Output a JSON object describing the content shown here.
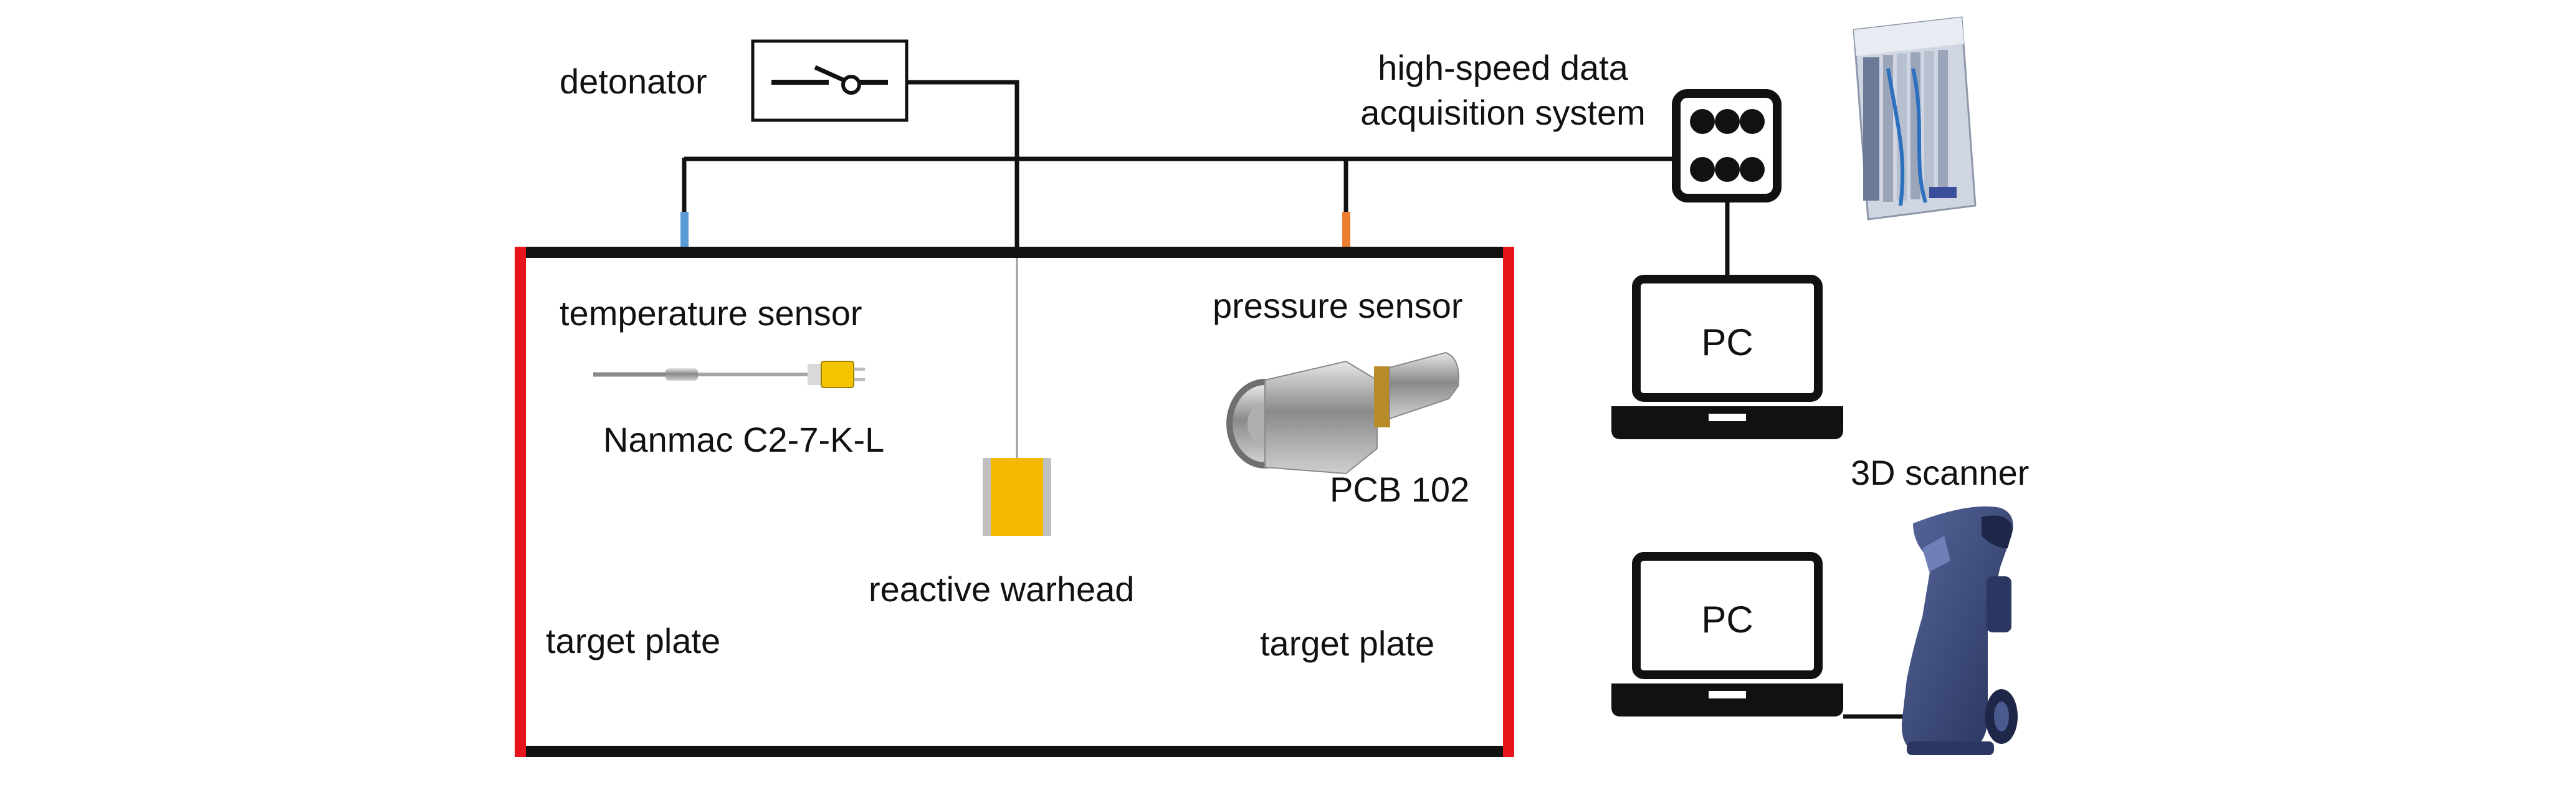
{
  "labels": {
    "detonator": "detonator",
    "daq_line1": "high-speed data",
    "daq_line2": "acquisition system",
    "temperature_sensor": "temperature sensor",
    "temperature_model": "Nanmac C2-7-K-L",
    "pressure_sensor": "pressure sensor",
    "pressure_model": "PCB 102",
    "reactive_warhead": "reactive warhead",
    "target_plate_left": "target plate",
    "target_plate_right": "target plate",
    "pc_top": "PC",
    "pc_bottom": "PC",
    "scanner": "3D scanner"
  },
  "colors": {
    "wire": "#111111",
    "target_plate": "#e8141c",
    "temperature_probe": "#5b9bd5",
    "pressure_probe": "#ed7d31",
    "warhead": "#f5b800",
    "warhead_casing": "#c0c0c0",
    "scanner_body": "#34457a"
  }
}
